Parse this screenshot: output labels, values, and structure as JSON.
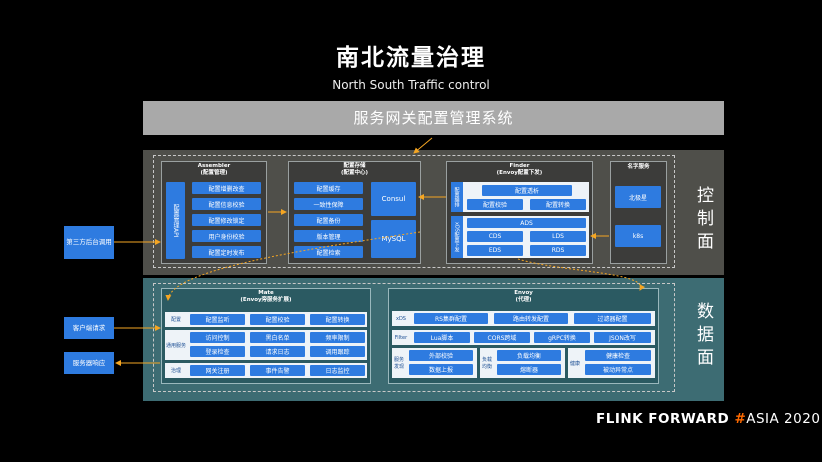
{
  "title": "南北流量治理",
  "subtitle": "North South Traffic control",
  "system_bar": "服务网关配置管理系统",
  "layers": {
    "control": "控制面",
    "data": "数据面"
  },
  "external": {
    "third_party": "第三方后台调用",
    "client_request": "客户端请求",
    "service_response": "服务器响应"
  },
  "assembler": {
    "title": "Assembler",
    "subtitle": "(配置管理)",
    "side_label": "配置管理API",
    "items": [
      "配置增删改查",
      "配置信息校验",
      "配置修改锁定",
      "用户身份校验",
      "配置定时发布"
    ]
  },
  "config_store": {
    "title": "配置存储",
    "subtitle": "(配置中心)",
    "items": [
      "配置缓存",
      "一致性保障",
      "配置备份",
      "版本管理",
      "配置检索"
    ],
    "consul": "Consul",
    "mysql": "MySQL"
  },
  "finder": {
    "title": "Finder",
    "subtitle": "(Envoy配置下发)",
    "side1": "配置编排",
    "side2": "xDS配置下发",
    "items": [
      "配置透析",
      "配置校验",
      "配置转换"
    ],
    "ads": "ADS",
    "xds": [
      "CDS",
      "LDS",
      "EDS",
      "RDS"
    ]
  },
  "naming": {
    "title": "名字服务",
    "items": [
      "北极星",
      "k8s"
    ]
  },
  "mate": {
    "title": "Mate",
    "subtitle": "(Envoy旁服务扩展)",
    "config_label": "配置",
    "config_items": [
      "配置监听",
      "配置校验",
      "配置转换"
    ],
    "svc_label": "通用服务",
    "svc_items": [
      "访问控制",
      "黑白名单",
      "频率限制",
      "登录检查",
      "请求日志",
      "调用跟踪"
    ],
    "gov_label": "治理",
    "gov_items": [
      "网关注册",
      "事件告警",
      "日志监控"
    ]
  },
  "envoy": {
    "title": "Envoy",
    "subtitle": "(代理)",
    "xds_label": "xDS",
    "xds_items": [
      "RS集群配置",
      "路由转发配置",
      "过滤器配置"
    ],
    "filter_label": "Filter",
    "filter_items": [
      "Lua脚本",
      "CORS跨域",
      "gRPC转换",
      "JSON改写"
    ],
    "g1_label": "服务发现",
    "g1_items": [
      "外部校验",
      "数据上报"
    ],
    "g2_label": "负载均衡",
    "g2_items": [
      "负载均衡",
      "熔断器"
    ],
    "g3_label": "健康",
    "g3_items": [
      "健康检查",
      "被动异常点"
    ]
  },
  "brand": {
    "a": "FLINK FORWARD ",
    "hash": "#",
    "b": "ASIA 2020"
  }
}
